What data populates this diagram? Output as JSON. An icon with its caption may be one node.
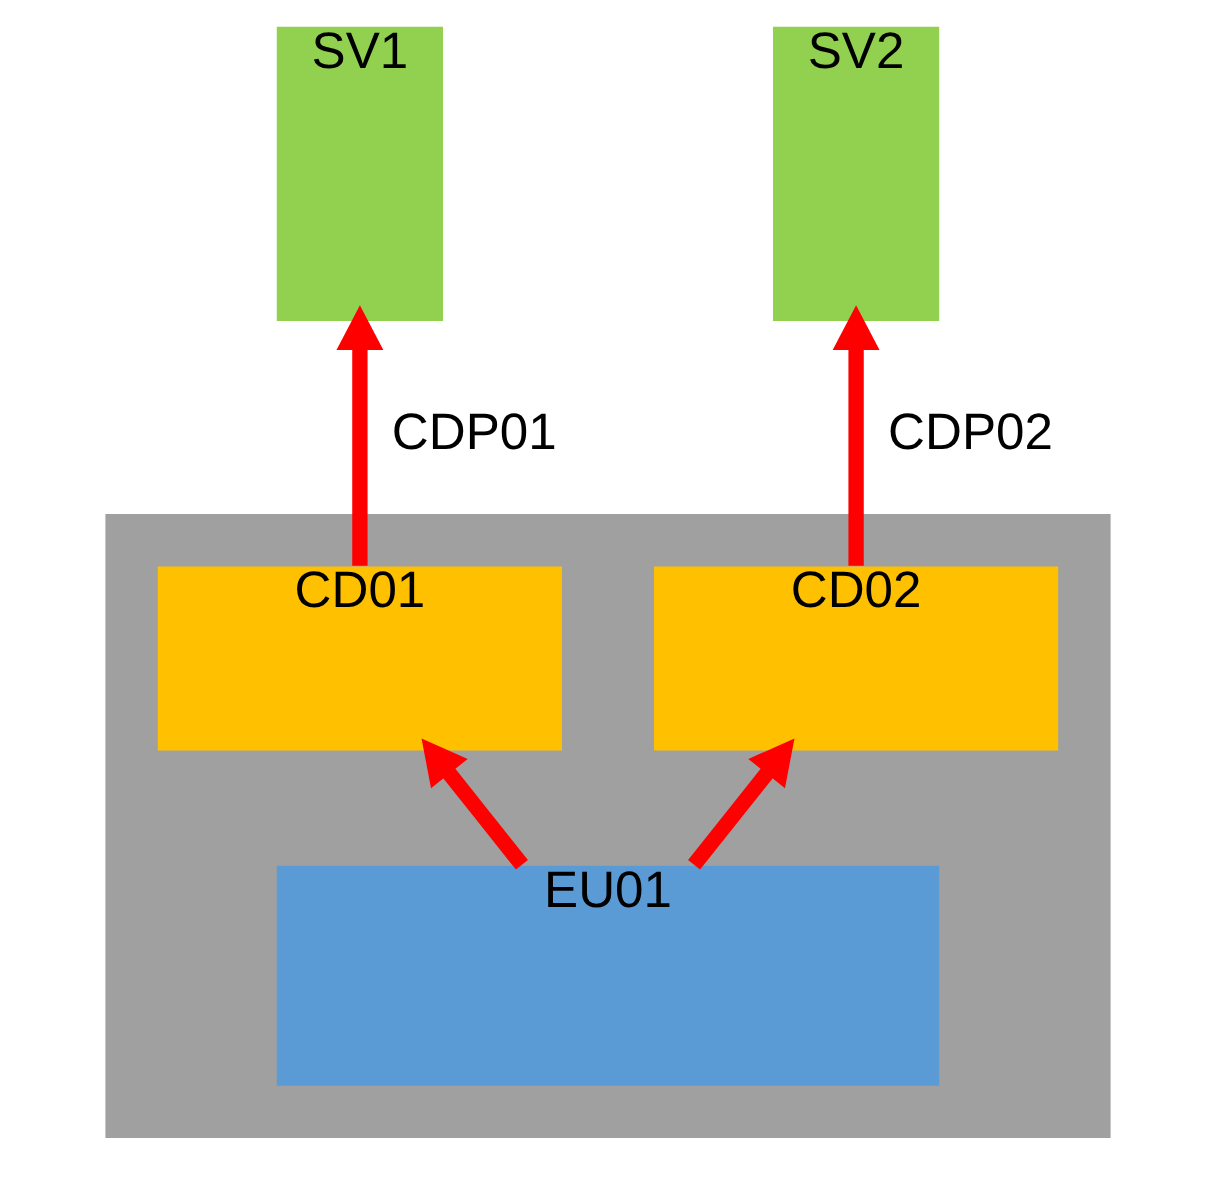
{
  "diagram": {
    "nodes": [
      {
        "text": [
          "SV1"
        ]
      },
      {
        "text": [
          "SV2"
        ]
      },
      {
        "text": [],
        "shape": "box"
      },
      {
        "text": [
          "CD01"
        ],
        "in": 2
      },
      {
        "text": [
          "CD02"
        ],
        "in": 2
      },
      {
        "text": [
          "EU01"
        ],
        "in": 2
      }
    ],
    "edges": [
      {
        "from": 3,
        "to": 0,
        "arrow": "to",
        "label": "CDP01"
      },
      {
        "from": 4,
        "to": 1,
        "arrow": "to",
        "label": "CDP02"
      },
      {
        "from": 5,
        "to": 3,
        "arrow": "to"
      },
      {
        "from": 5,
        "to": 4,
        "arrow": "to"
      }
    ]
  }
}
